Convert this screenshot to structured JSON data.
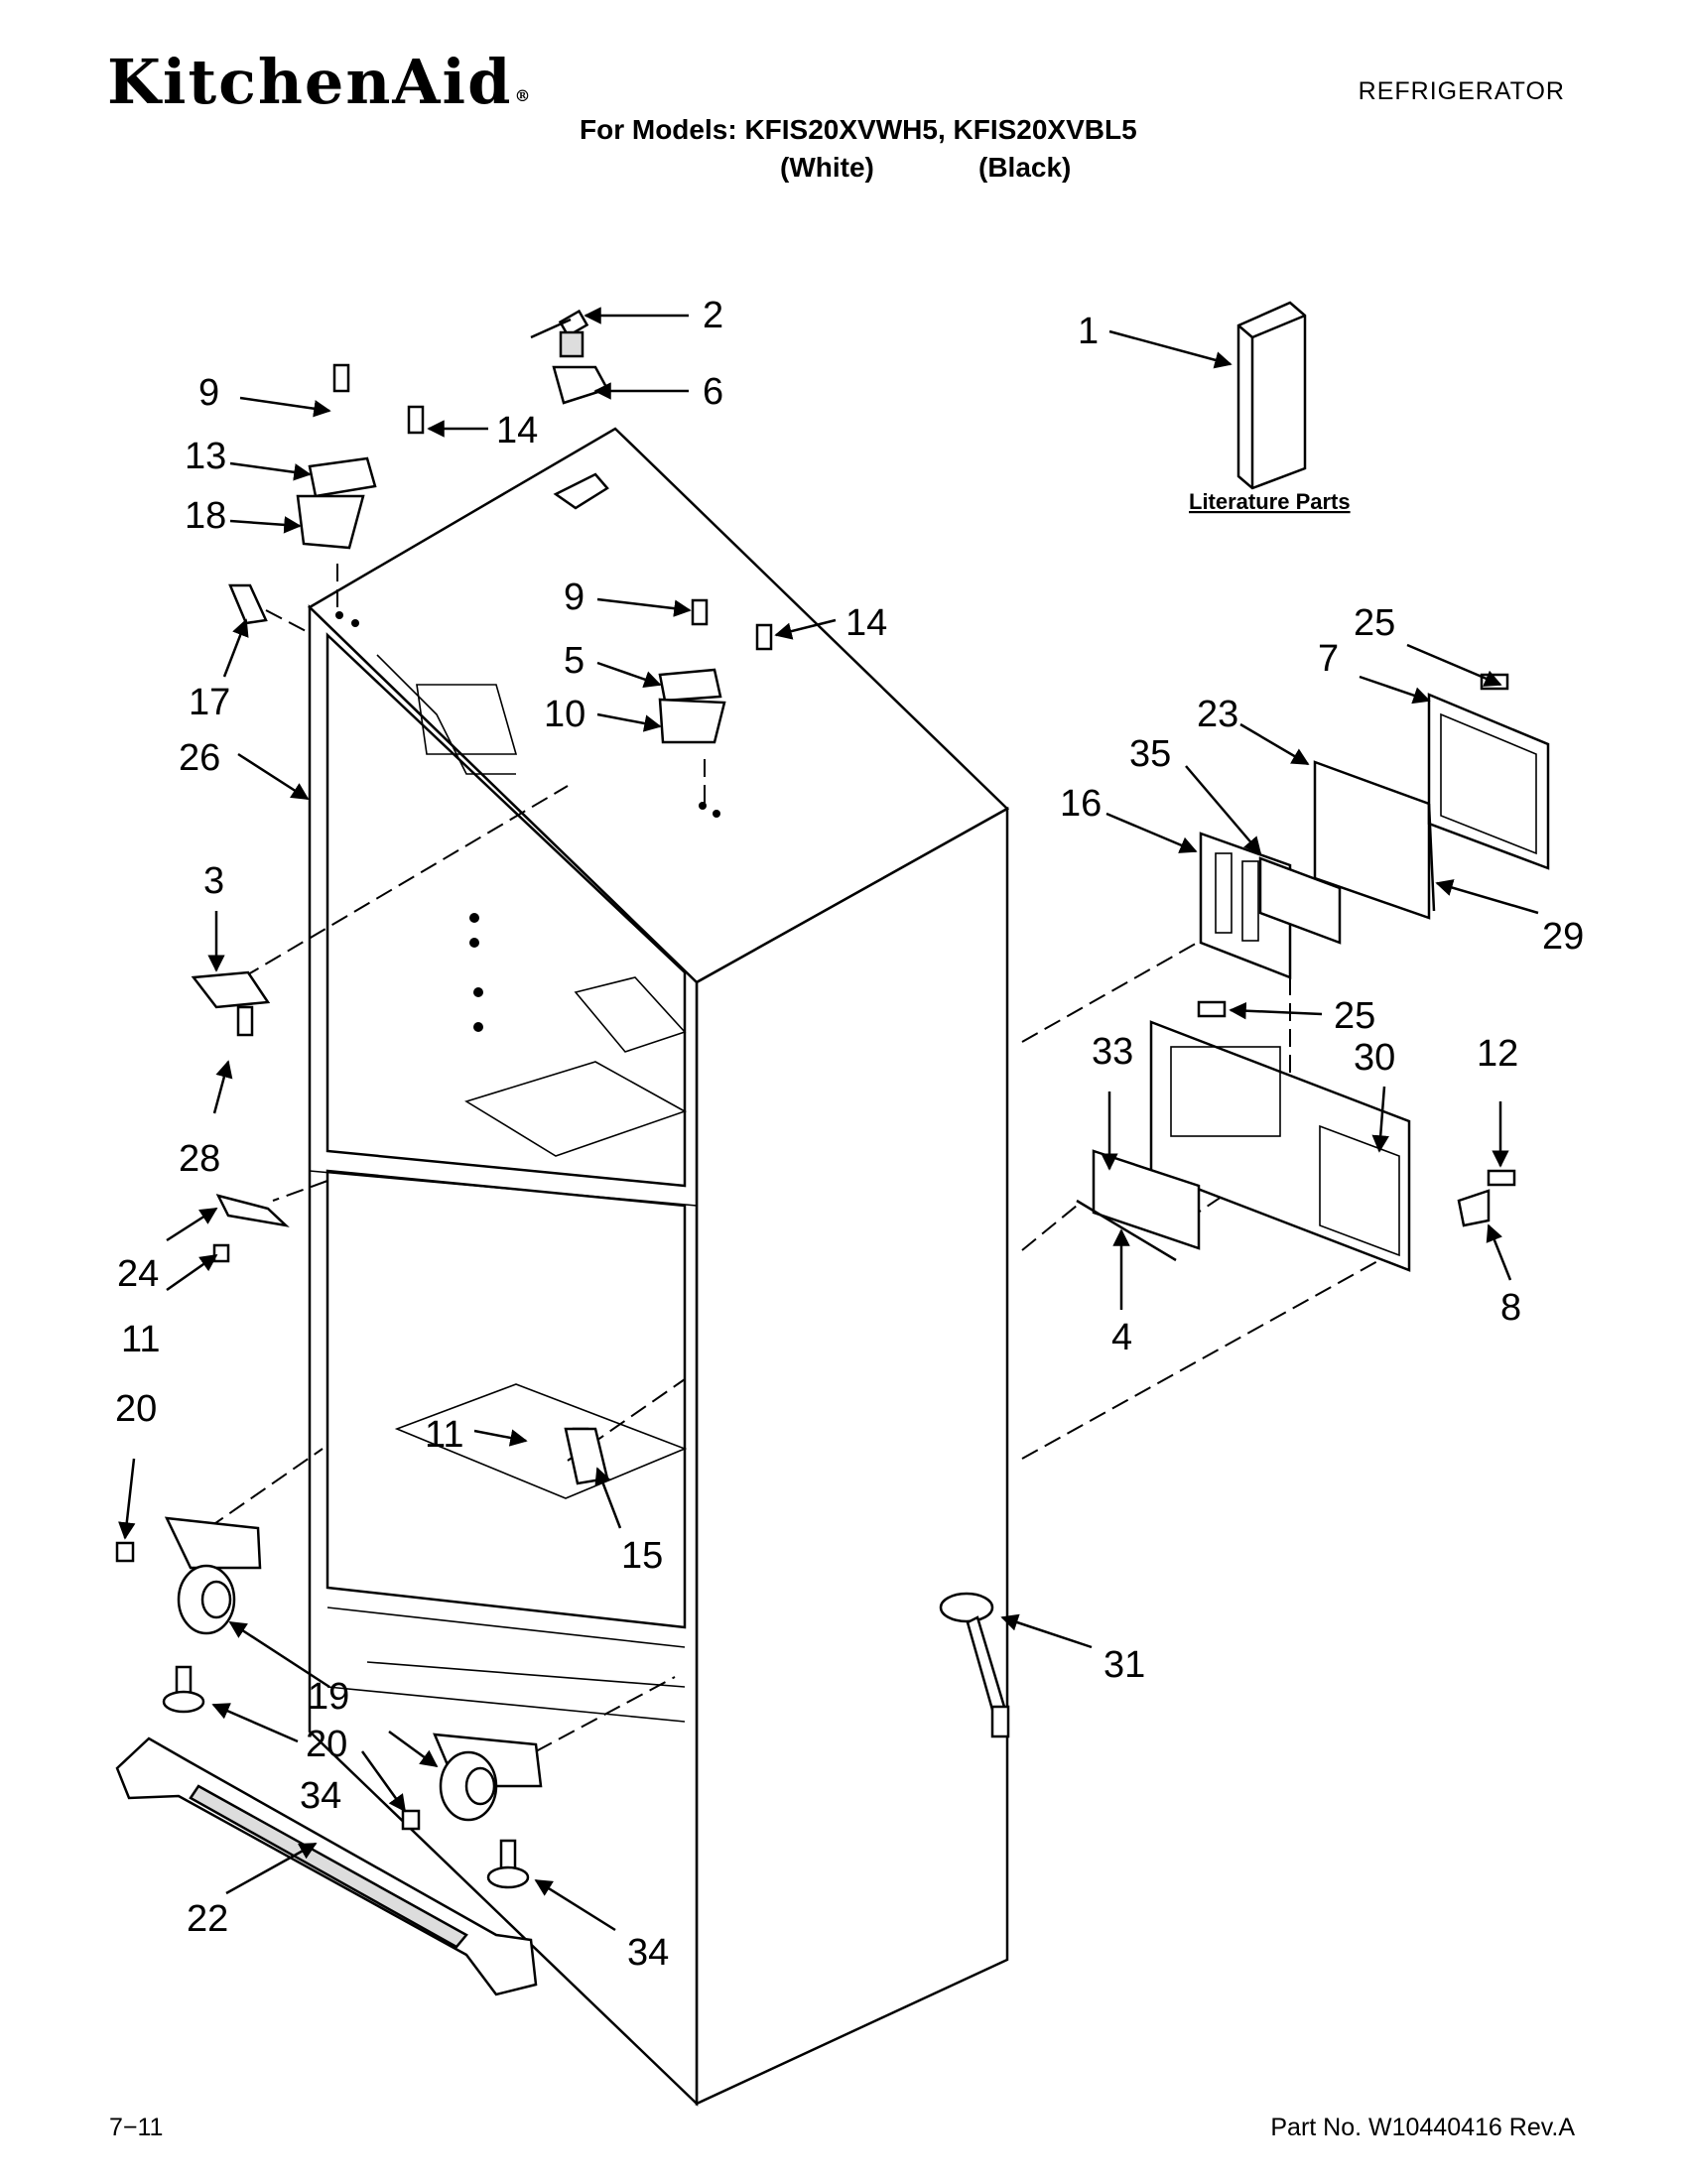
{
  "header": {
    "brand": "KitchenAid",
    "brand_mark": "®",
    "category": "REFRIGERATOR",
    "models_line": "For Models: KFIS20XVWH5, KFIS20XVBL5",
    "variant_white": "(White)",
    "variant_black": "(Black)"
  },
  "diagram": {
    "literature_label": "Literature Parts",
    "callouts": {
      "c1": "1",
      "c2": "2",
      "c3": "3",
      "c4": "4",
      "c5": "5",
      "c6": "6",
      "c7": "7",
      "c8": "8",
      "c9a": "9",
      "c9b": "9",
      "c10": "10",
      "c11a": "11",
      "c11b": "11",
      "c12": "12",
      "c13": "13",
      "c14a": "14",
      "c14b": "14",
      "c15": "15",
      "c16": "16",
      "c17": "17",
      "c18": "18",
      "c19": "19",
      "c20a": "20",
      "c20b": "20",
      "c22": "22",
      "c23": "23",
      "c24": "24",
      "c25a": "25",
      "c25b": "25",
      "c26": "26",
      "c28": "28",
      "c29": "29",
      "c30": "30",
      "c31": "31",
      "c33": "33",
      "c34a": "34",
      "c34b": "34",
      "c35": "35"
    }
  },
  "footer": {
    "page": "7−11",
    "part_number": "Part No. W10440416 Rev.A"
  }
}
